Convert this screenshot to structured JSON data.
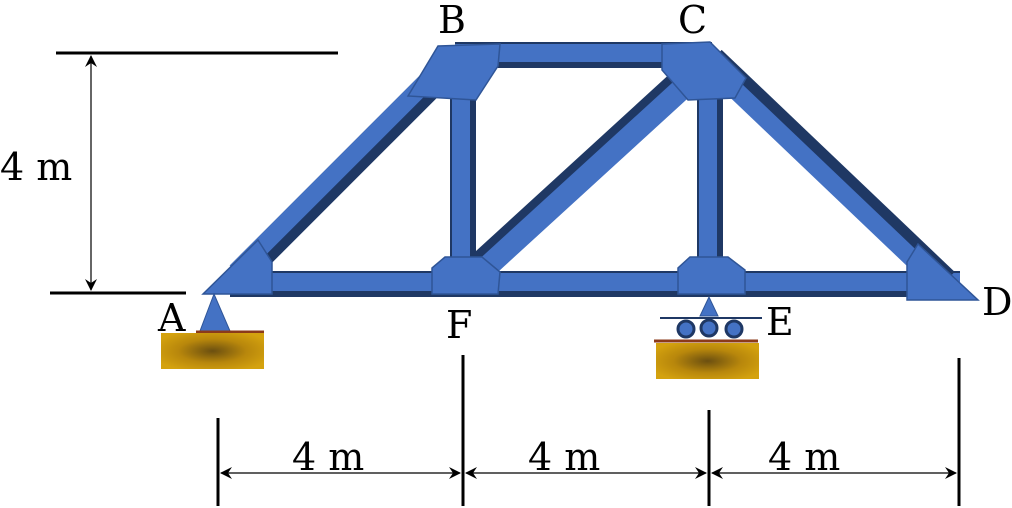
{
  "nodes": {
    "A": "A",
    "B": "B",
    "C": "C",
    "D": "D",
    "E": "E",
    "F": "F"
  },
  "dimensions": {
    "height": "4 m",
    "span_af": "4 m",
    "span_fe": "4 m",
    "span_ed": "4 m"
  },
  "colors": {
    "member": "#4472c4",
    "member_edge": "#1f3864",
    "ground": "#c8960c"
  }
}
